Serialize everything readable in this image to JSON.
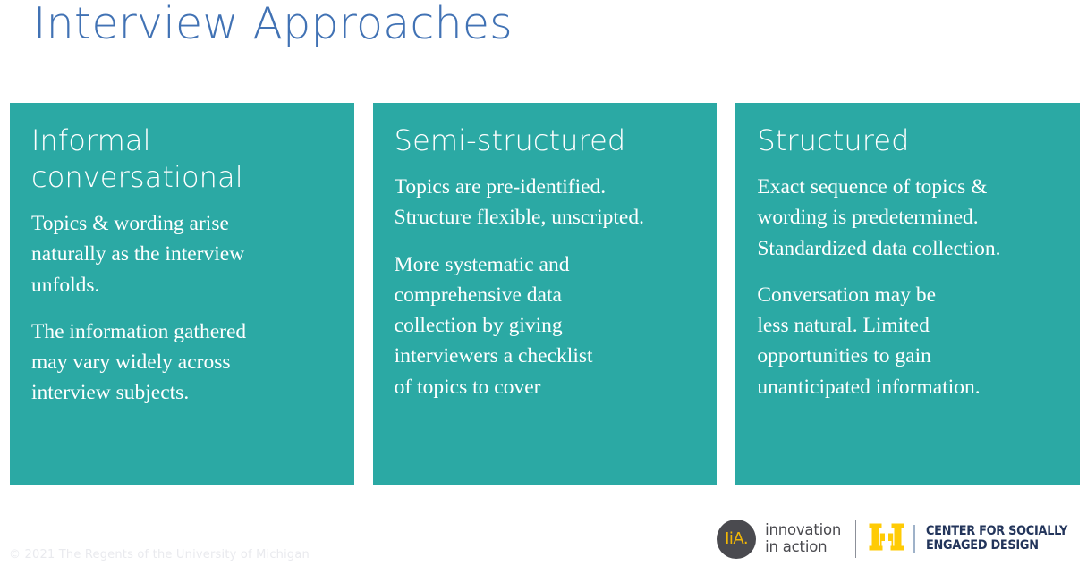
{
  "slide": {
    "title": "Interview Approaches",
    "title_color": "#4172b4",
    "card_color": "#2BA9A4",
    "background_color": "#FFFFFF"
  },
  "cards": [
    {
      "heading": "Informal conversational",
      "heading_lines": [
        "Informal",
        "conversational"
      ],
      "paragraphs": [
        {
          "lines": [
            "Topics & wording arise",
            "naturally as the interview",
            "unfolds."
          ]
        },
        {
          "lines": [
            "The information gathered",
            "may vary widely across",
            "interview subjects."
          ]
        }
      ]
    },
    {
      "heading": "Semi-structured",
      "heading_lines": [
        "Semi-structured"
      ],
      "paragraphs": [
        {
          "lines": [
            "Topics are pre-identified.",
            "Structure flexible, unscripted."
          ]
        },
        {
          "lines": [
            "More systematic and",
            "comprehensive data",
            "collection by giving",
            "interviewers a checklist",
            "of topics to cover"
          ]
        }
      ]
    },
    {
      "heading": "Structured",
      "heading_lines": [
        "Structured"
      ],
      "paragraphs": [
        {
          "lines": [
            "Exact sequence of topics &",
            "wording is predetermined.",
            "Standardized data collection."
          ]
        },
        {
          "lines": [
            "Conversation may be",
            "less natural.  Limited",
            "opportunities to gain",
            "unanticipated information."
          ]
        }
      ]
    }
  ],
  "footer": {
    "copyright": "© 2021 The Regents of the University of Michigan",
    "copyright_color": "#E9EAEE",
    "iia_logo": {
      "mark_text": "IiA.",
      "mark_bg": "#4A4A4F",
      "mark_fg": "#F2B705",
      "line1": "innovation",
      "line2": "in action"
    },
    "um_logo": {
      "block_m_alt": "Block M",
      "block_m_color": "#FFCB05",
      "line1": "CENTER FOR SOCIALLY",
      "line2": "ENGAGED DESIGN",
      "text_color": "#23355B"
    }
  }
}
